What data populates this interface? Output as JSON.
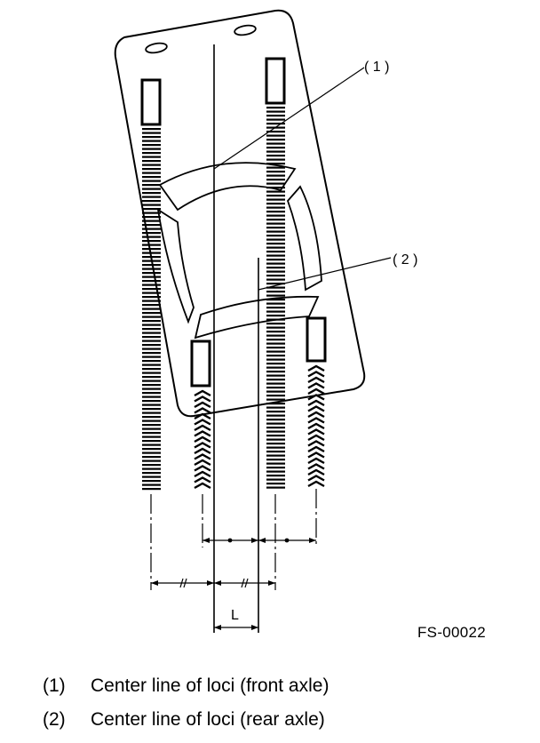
{
  "figure": {
    "code": "FS-00022",
    "callout_1": "( 1 )",
    "callout_2": "( 2 )",
    "dimension_L": "L",
    "equal_mark_hash": "//",
    "equal_mark_dot": "•"
  },
  "legend": [
    {
      "num": "(1)",
      "text": "Center line of loci (front axle)"
    },
    {
      "num": "(2)",
      "text": "Center line of loci (rear axle)"
    }
  ]
}
